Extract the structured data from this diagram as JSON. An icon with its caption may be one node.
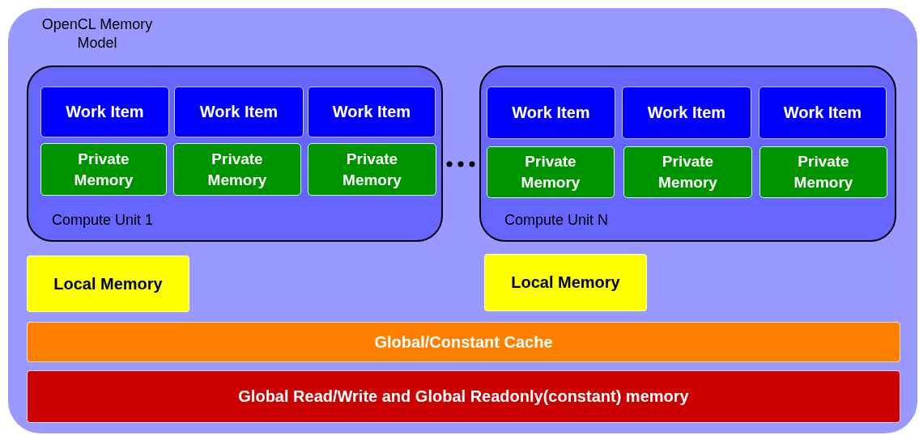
{
  "diagram": {
    "nodes": [
      {
        "text": [
          "OpenCL Memory Model"
        ]
      },
      {
        "text": [
          "Compute Unit 1"
        ],
        "in": 0
      },
      {
        "text": [
          "Work Item"
        ],
        "in": 1
      },
      {
        "text": [
          "Work Item"
        ],
        "in": 1
      },
      {
        "text": [
          "Work Item"
        ],
        "in": 1
      },
      {
        "text": [
          "Private Memory"
        ],
        "in": 1
      },
      {
        "text": [
          "Private Memory"
        ],
        "in": 1
      },
      {
        "text": [
          "Private Memory"
        ],
        "in": 1
      },
      {
        "text": [
          "Compute Unit N"
        ],
        "in": 0
      },
      {
        "text": [
          "Work Item"
        ],
        "in": 8
      },
      {
        "text": [
          "Work Item"
        ],
        "in": 8
      },
      {
        "text": [
          "Work Item"
        ],
        "in": 8
      },
      {
        "text": [
          "Private Memory"
        ],
        "in": 8
      },
      {
        "text": [
          "Private Memory"
        ],
        "in": 8
      },
      {
        "text": [
          "Private Memory"
        ],
        "in": 8
      },
      {
        "text": [
          "Local Memory"
        ],
        "in": 0
      },
      {
        "text": [
          "Local Memory"
        ],
        "in": 0
      },
      {
        "text": [
          "Global/Constant Cache"
        ],
        "in": 0
      },
      {
        "text": [
          "Global Read/Write and Global Readonly(constant) memory"
        ],
        "in": 0
      }
    ]
  }
}
